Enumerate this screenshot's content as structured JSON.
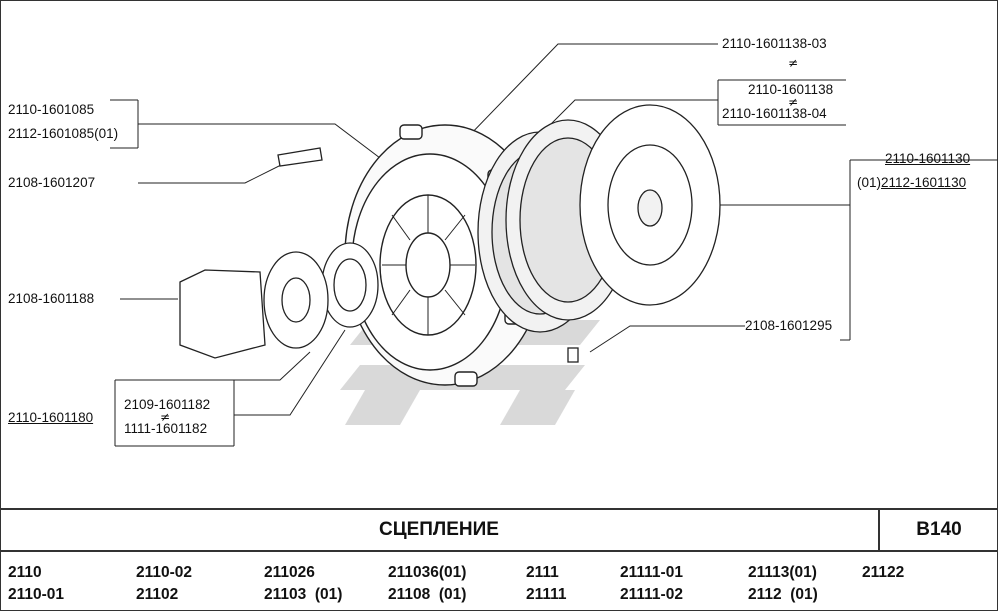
{
  "labels": {
    "pressure_plate_a": "2110-1601085",
    "pressure_plate_b": "2112-1601085(01)",
    "bolt": "2108-1601207",
    "spring_clip": "2108-1601188",
    "release_assy": "2110-1601180",
    "bearing_a": "2109-1601182",
    "bearing_b": "1111-1601182",
    "disc_top": "2110-1601138-03",
    "disc_mid": "2110-1601138",
    "disc_bottom": "2110-1601138-04",
    "disc_assy_a": "2110-1601130",
    "disc_assy_b_prefix": "(01)",
    "disc_assy_b": "2112-1601130",
    "pin": "2108-1601295",
    "neq": "≠"
  },
  "title": "СЦЕПЛЕНИЕ",
  "code": "B140",
  "models": {
    "col1": [
      "2110",
      "2110-01"
    ],
    "col2": [
      "2110-02",
      "21102"
    ],
    "col3": [
      "211026",
      "21103  (01)"
    ],
    "col4": [
      "211036(01)",
      "21108  (01)"
    ],
    "col5": [
      "2111",
      "21111"
    ],
    "col6": [
      "21111-01",
      "21111-02"
    ],
    "col7": [
      "21113(01)",
      "2112  (01)"
    ],
    "col8": [
      "21122",
      ""
    ]
  }
}
